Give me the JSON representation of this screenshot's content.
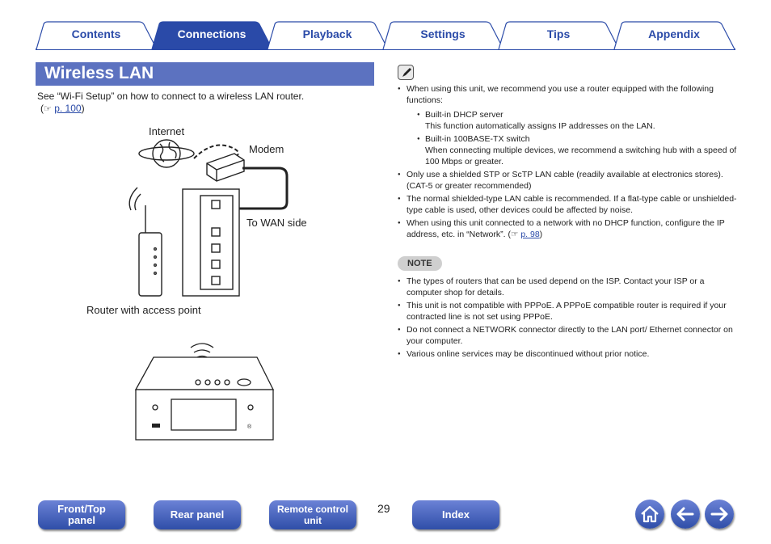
{
  "tabs": [
    {
      "label": "Contents",
      "active": false
    },
    {
      "label": "Connections",
      "active": true
    },
    {
      "label": "Playback",
      "active": false
    },
    {
      "label": "Settings",
      "active": false
    },
    {
      "label": "Tips",
      "active": false
    },
    {
      "label": "Appendix",
      "active": false
    }
  ],
  "section_title": "Wireless LAN",
  "intro": {
    "text": "See “Wi-Fi Setup” on how to connect to a wireless LAN router.",
    "ref_open": "(",
    "ref_link": "p. 100",
    "ref_close": ")"
  },
  "diagram": {
    "internet": "Internet",
    "modem": "Modem",
    "wan": "To WAN side",
    "router": "Router with access point"
  },
  "tips": {
    "b1": "When using this unit, we recommend you use a router equipped with the following functions:",
    "s1_title": "Built-in DHCP server",
    "s1_desc": "This function automatically assigns IP addresses on the LAN.",
    "s2_title": "Built-in 100BASE-TX switch",
    "s2_desc": "When connecting multiple devices, we recommend a switching hub with a speed of 100 Mbps or greater.",
    "b2": "Only use a shielded STP or ScTP LAN cable (readily available at electronics stores). (CAT-5 or greater recommended)",
    "b3": "The normal shielded-type LAN cable is recommended. If a flat-type cable or unshielded-type cable is used, other devices could be affected by noise.",
    "b4": "When using this unit connected to a network with no DHCP function, configure the IP address, etc. in “Network”.",
    "b4_ref_open": "(",
    "b4_ref_link": "p. 98",
    "b4_ref_close": ")"
  },
  "note": {
    "label": "NOTE",
    "items": [
      "The types of routers that can be used depend on the ISP. Contact your ISP or a computer shop for details.",
      "This unit is not compatible with PPPoE. A PPPoE compatible router is required if your contracted line is not set using PPPoE.",
      "Do not connect a NETWORK connector directly to the LAN port/ Ethernet connector on your computer.",
      "Various online services may be discontinued without prior notice."
    ]
  },
  "nav": {
    "front_top_line1": "Front/Top",
    "front_top_line2": "panel",
    "rear_panel": "Rear panel",
    "remote_line1": "Remote control",
    "remote_line2": "unit",
    "index": "Index",
    "page_number": "29",
    "home_icon": "home-icon",
    "back_icon": "arrow-left-icon",
    "forward_icon": "arrow-right-icon"
  },
  "colors": {
    "accent": "#2a4aa8",
    "title_bg": "#5c72c0",
    "note_bg": "#cfcfcf"
  }
}
